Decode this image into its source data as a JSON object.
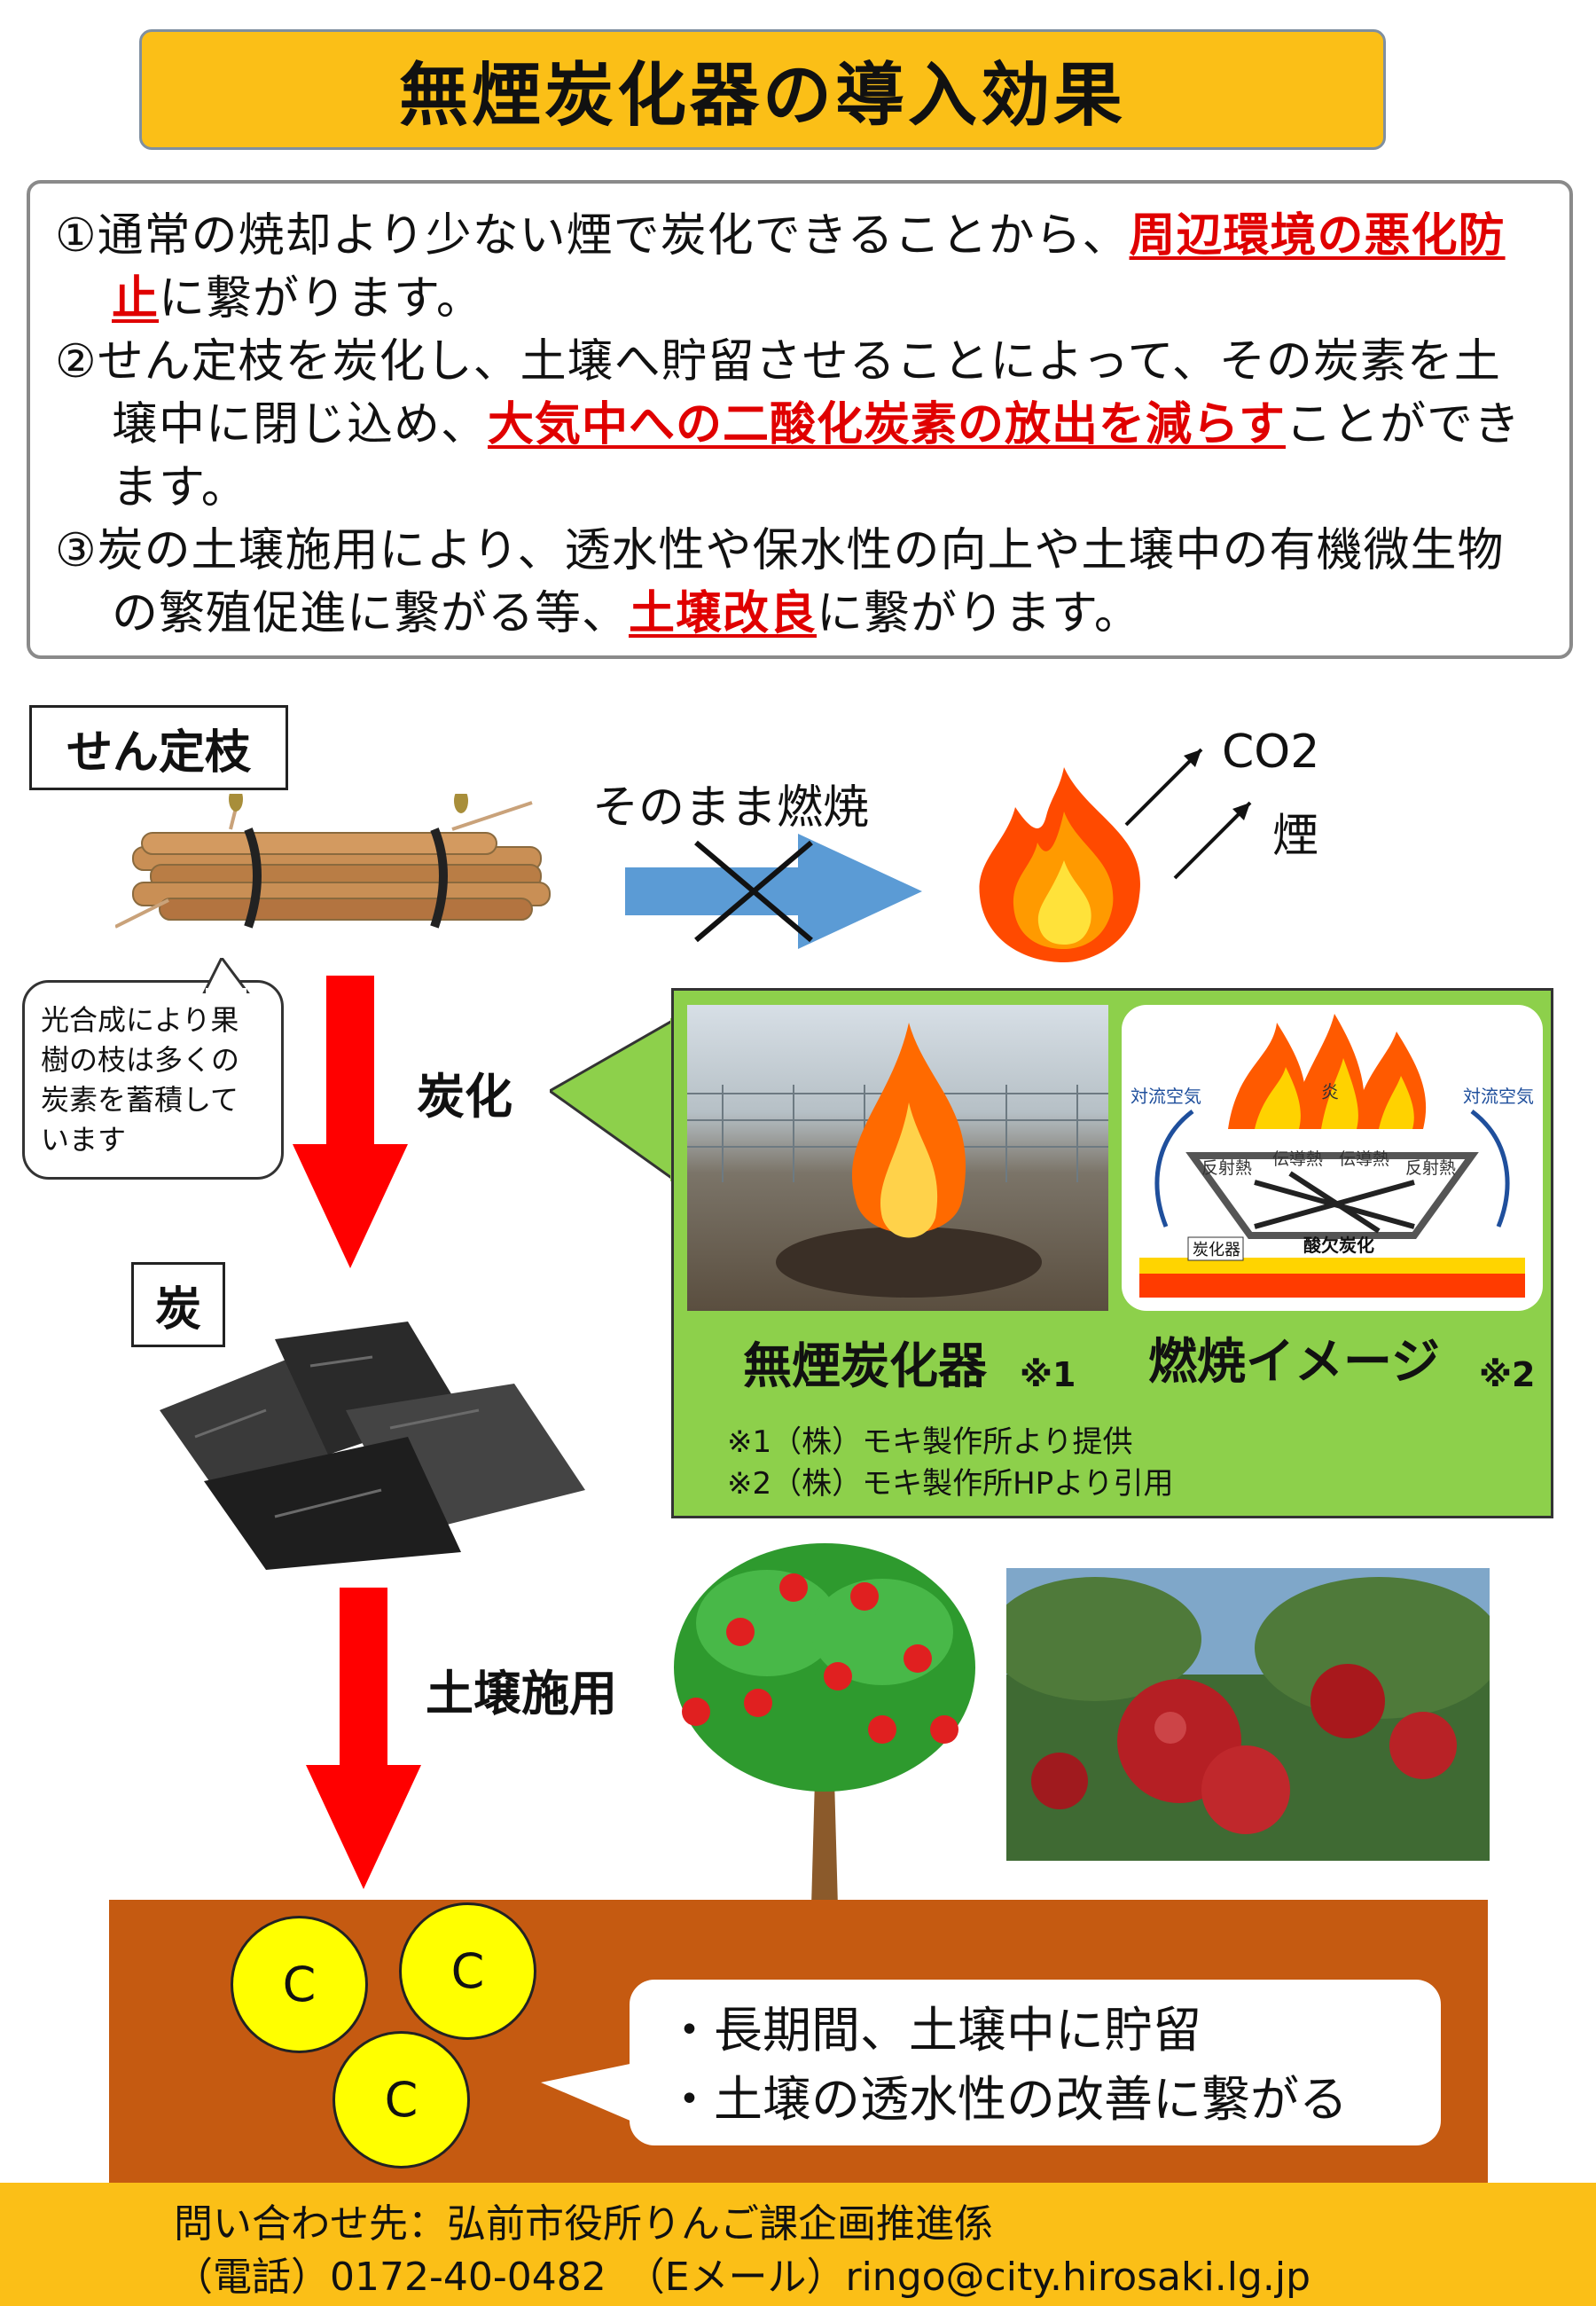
{
  "title": "無煙炭化器の導入効果",
  "intro": {
    "p1_prefix": "①通常の焼却より少ない煙で炭化できることから、",
    "p1_highlight": "周辺環境の悪化防止",
    "p1_suffix": "に繋がります。",
    "p2_prefix": "②せん定枝を炭化し、土壌へ貯留させることによって、その炭素を土壌中に閉じ込め、",
    "p2_highlight": "大気中への二酸化炭素の放出を減らす",
    "p2_suffix": "ことができます。",
    "p3_prefix": "③炭の土壌施用により、透水性や保水性の向上や土壌中の有機微生物の繁殖促進に繋がる等、",
    "p3_highlight": "土壌改良",
    "p3_suffix": "に繋がります。"
  },
  "flow": {
    "branches_label": "せん定枝",
    "burn_label": "そのまま燃焼",
    "co2_label": "CO2",
    "smoke_label": "煙",
    "callout_text": "光合成により果樹の枝は多くの炭素を蓄積しています",
    "carbonize_label": "炭化",
    "charcoal_label": "炭",
    "soil_apply_label": "土壌施用"
  },
  "panel": {
    "caption_device": "無煙炭化器",
    "caption_device_note": "※1",
    "caption_burn": "燃焼イメージ",
    "caption_burn_note": "※2",
    "note1": "※1（株）モキ製作所より提供",
    "note2": "※2（株）モキ製作所HPより引用",
    "diagram": {
      "convection_left": "対流空気",
      "convection_right": "対流空気",
      "flame": "炎",
      "radiant_left": "反射熱",
      "conduct_left": "伝導熱",
      "conduct_right": "伝導熱",
      "radiant_right": "反射熱",
      "oxygen": "酸欠炭化",
      "device": "炭化器"
    }
  },
  "soil": {
    "carbon_symbol": "C",
    "bullet1": "・長期間、土壌中に貯留",
    "bullet2": "・土壌の透水性の改善に繋がる"
  },
  "footer": {
    "contact": "問い合わせ先：弘前市役所りんご課企画推進係",
    "phone": "（電話）0172-40-0482　（Eメール）ringo@city.hirosaki.lg.jp"
  },
  "colors": {
    "title_bg": "#fbbf17",
    "highlight": "#e00000",
    "panel_bg": "#8dd04b",
    "soil": "#c55a11",
    "carbon": "#ffff00",
    "arrow_red": "#ff0000",
    "arrow_blue": "#5b9bd5"
  }
}
